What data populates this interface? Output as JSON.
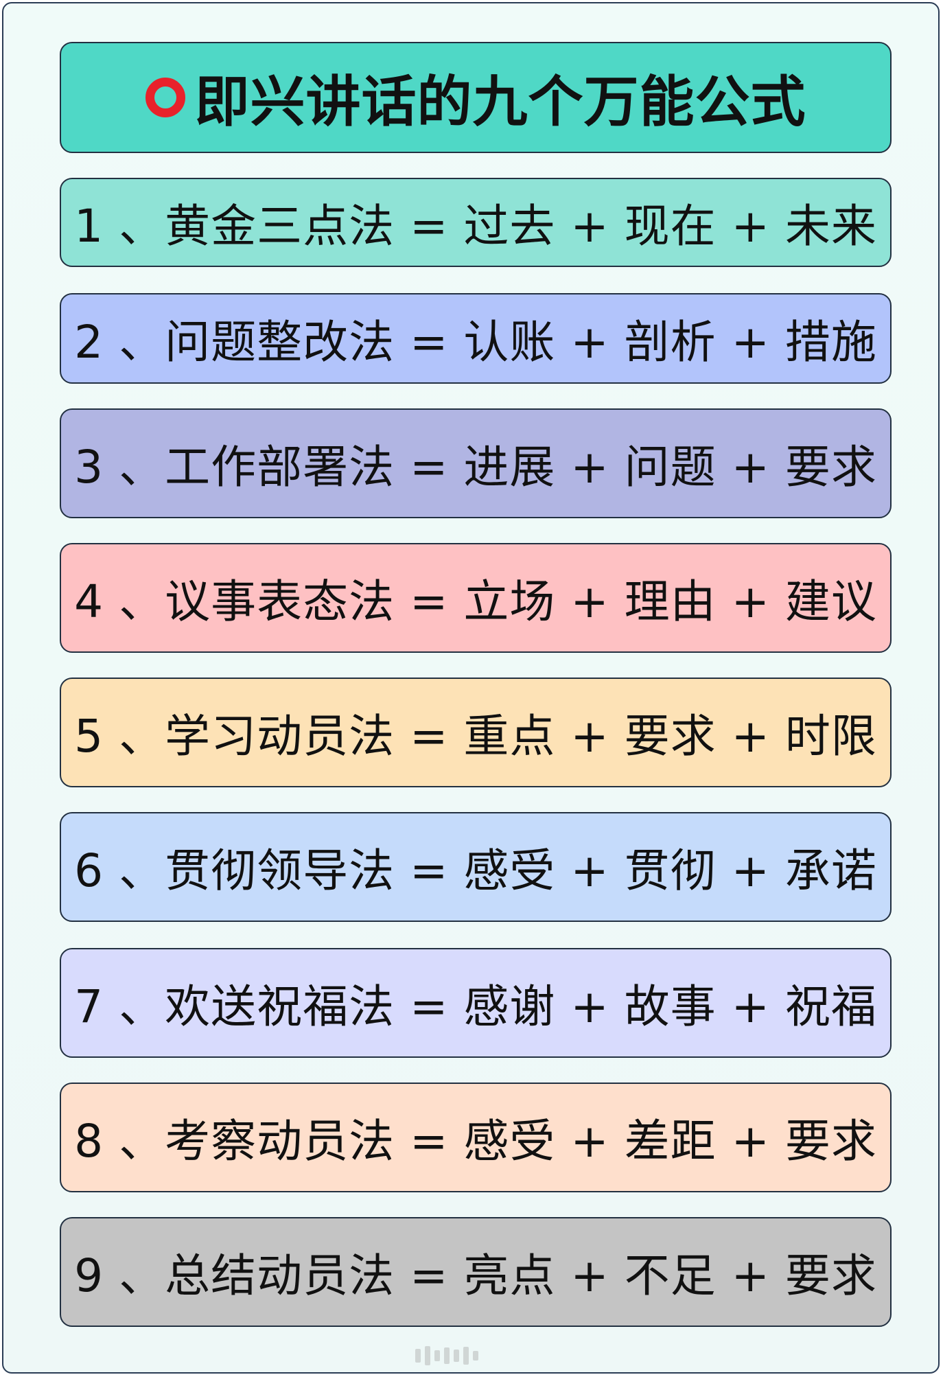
{
  "title": {
    "icon": "red-hollow-circle-icon",
    "text": "即兴讲话的九个万能公式",
    "background": "#4fd8c6"
  },
  "formulas": [
    {
      "text": "1 、黄金三点法 = 过去 + 现在 + 未来",
      "background": "#8fe3d6"
    },
    {
      "text": "2 、问题整改法 = 认账 + 剖析 + 措施",
      "background": "#b2c4fb"
    },
    {
      "text": "3 、工作部署法 = 进展 + 问题 + 要求",
      "background": "#b1b5e3"
    },
    {
      "text": "4 、议事表态法 = 立场 + 理由 + 建议",
      "background": "#fec1c3"
    },
    {
      "text": "5 、学习动员法 = 重点 + 要求 + 时限",
      "background": "#fde2b6"
    },
    {
      "text": "6 、贯彻领导法 = 感受 + 贯彻 + 承诺",
      "background": "#c5dbfb"
    },
    {
      "text": "7 、欢送祝福法 = 感谢 + 故事 + 祝福",
      "background": "#d8dbfd"
    },
    {
      "text": "8 、考察动员法 = 感受 + 差距 + 要求",
      "background": "#fedfcc"
    },
    {
      "text": "9 、总结动员法 = 亮点 + 不足 + 要求",
      "background": "#c4c4c4"
    }
  ]
}
